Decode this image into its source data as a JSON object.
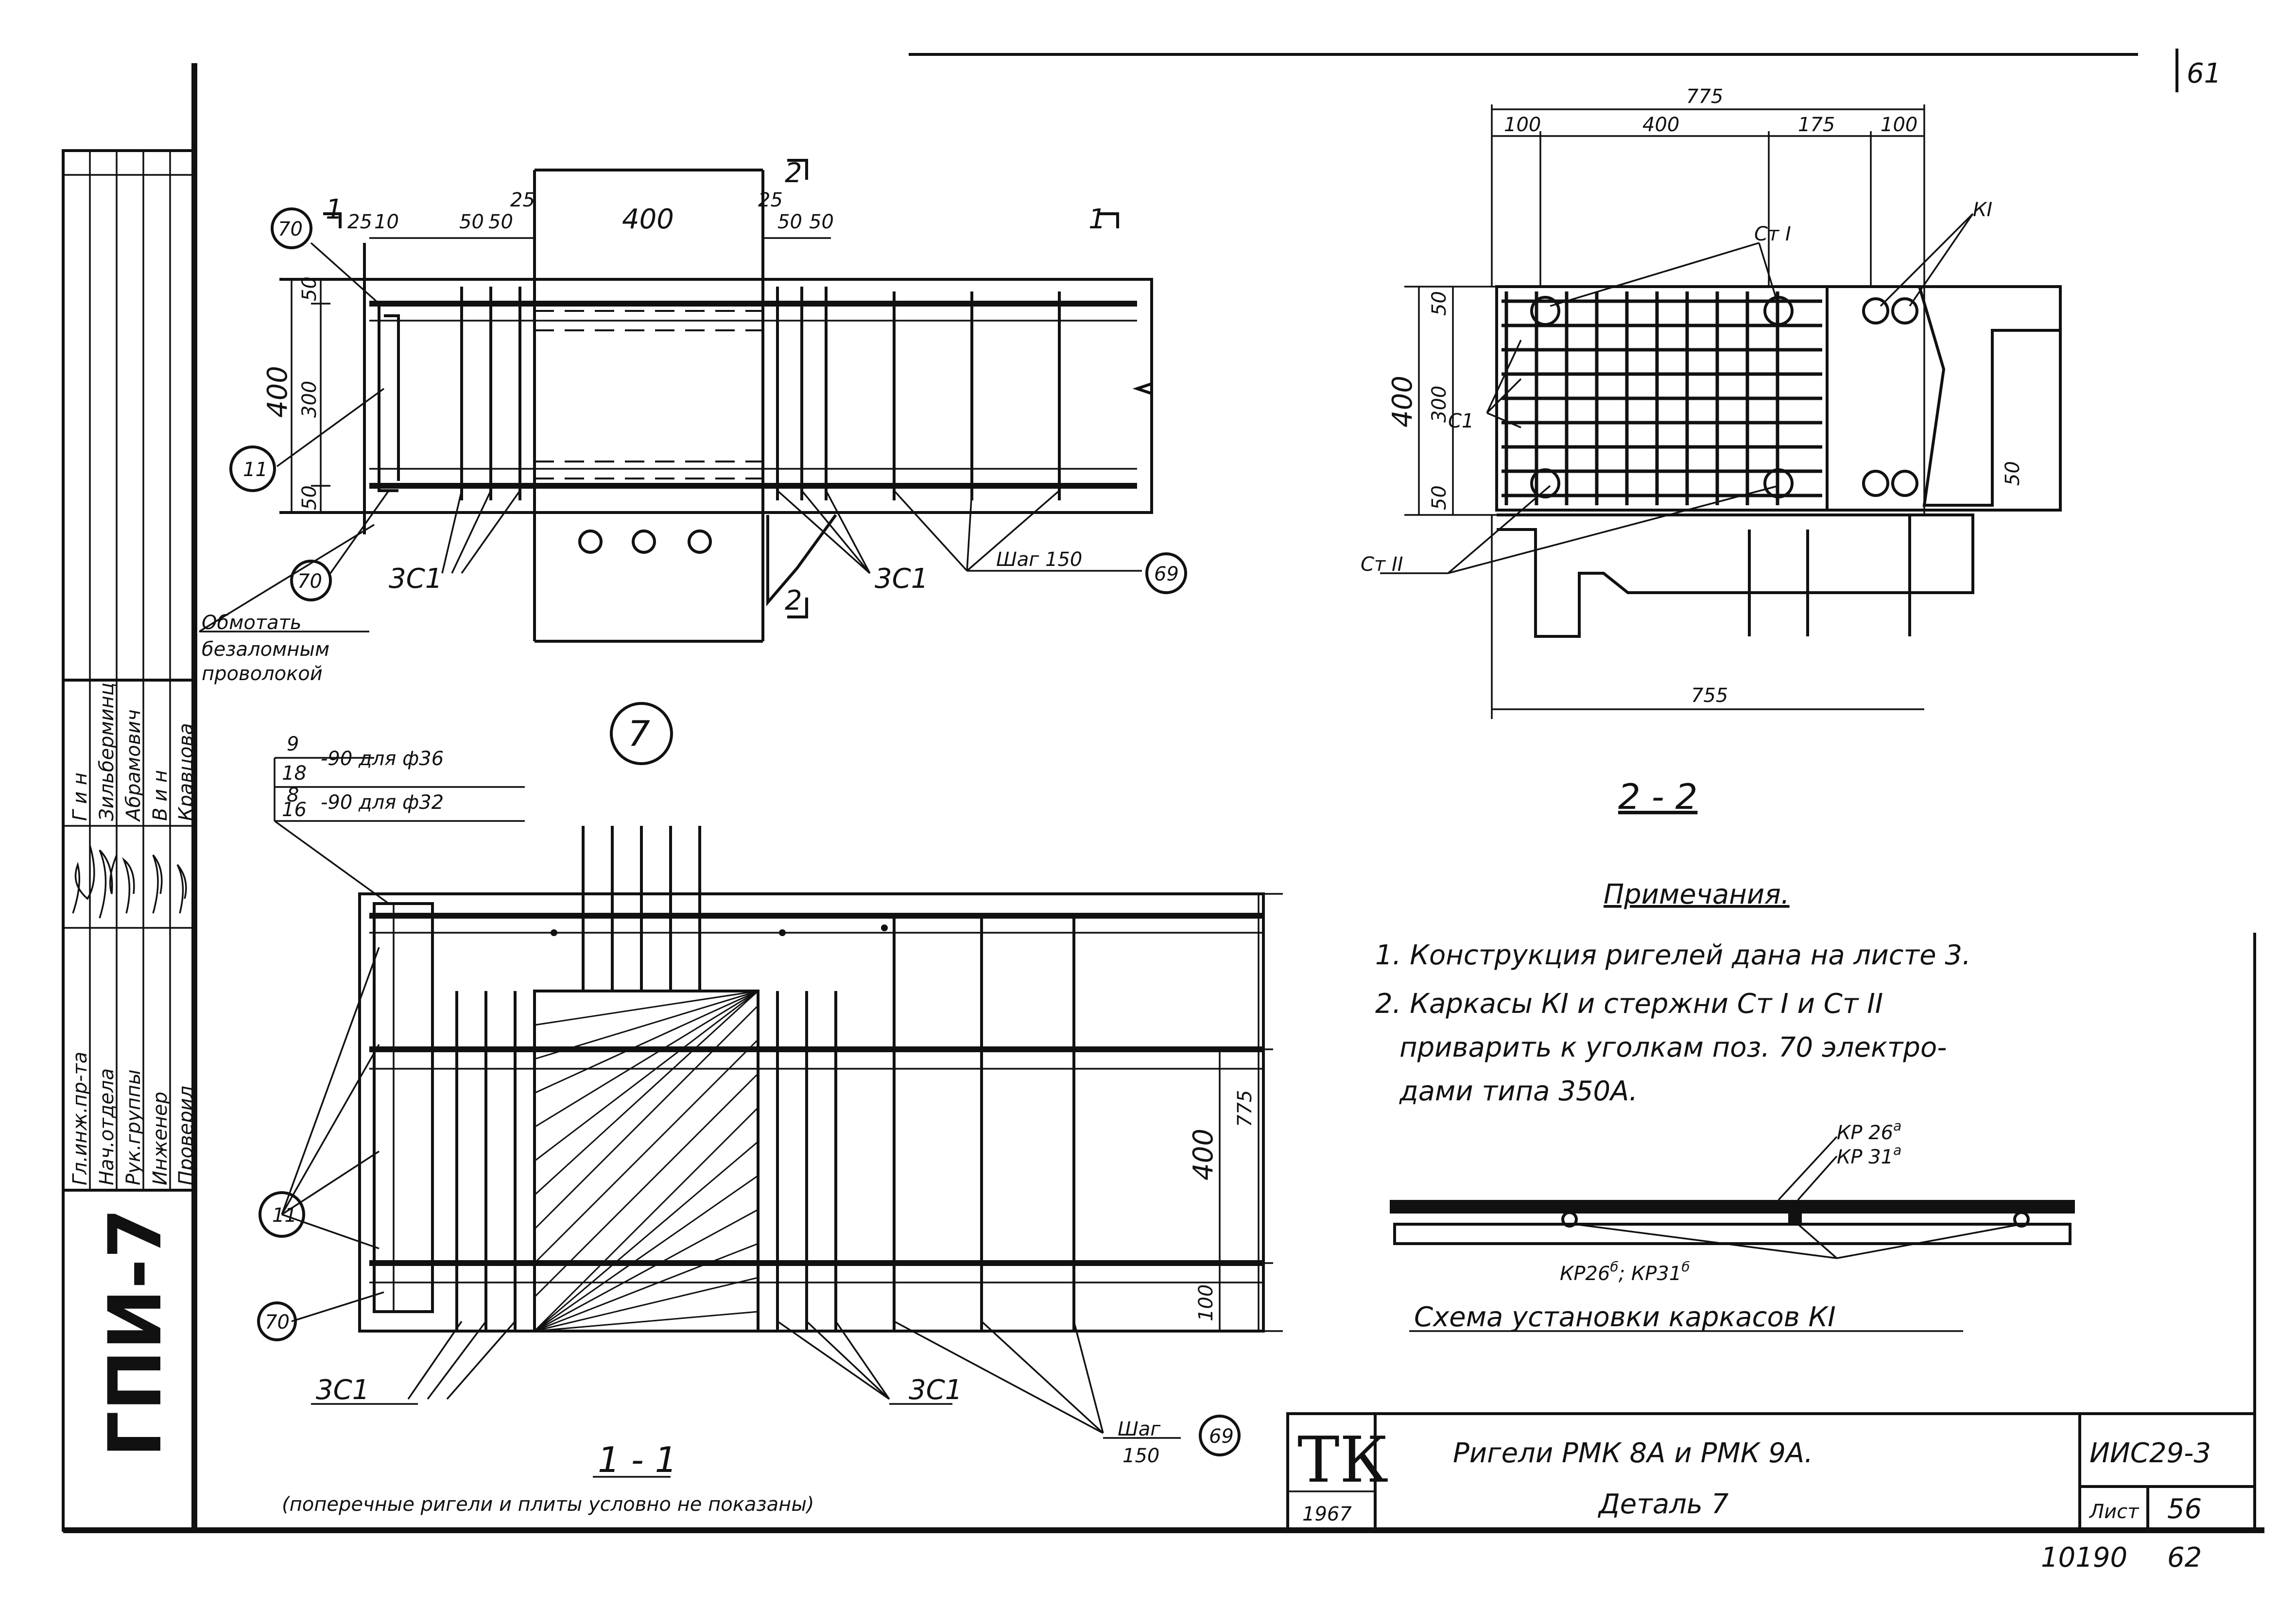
{
  "sheet": {
    "corner_number": "61",
    "series_code": "ГПИ-7",
    "org_mark": "ТК",
    "year": "1967",
    "title_line1": "Ригели РМК 8А и РМК 9А.",
    "title_line2": "Деталь 7",
    "doc_code": "ИИС29-3",
    "sheet_label": "Лист",
    "sheet_number": "56",
    "archive_number": "10190",
    "archive_page": "62"
  },
  "stamp": {
    "roles": [
      "Гл.инж.пр-та",
      "Нач.отдела",
      "Рук.группы",
      "Инженер",
      "Проверил"
    ],
    "names": [
      "Г и н",
      "Зильберминц",
      "Абрамович",
      "В и н",
      "Кравцова"
    ]
  },
  "plan_view": {
    "detail_number": "7",
    "section_mark_1": "1",
    "section_mark_2": "2",
    "dim_top": [
      "25",
      "10",
      "50",
      "50",
      "25",
      "400",
      "25",
      "50",
      "50"
    ],
    "dim_left": [
      "50",
      "300",
      "50"
    ],
    "dim_total_height": "400",
    "callout_70": "70",
    "callout_11": "11",
    "callout_69": "69",
    "label_3c1": "3С1",
    "label_step": "Шаг 150",
    "note_wrap": [
      "Обмотать",
      "безаломным",
      "проволокой"
    ]
  },
  "section_2_2": {
    "title": "2 - 2",
    "dim_total_top": "775",
    "dim_parts": [
      "100",
      "400",
      "175",
      "100"
    ],
    "dim_left": [
      "50",
      "300",
      "50"
    ],
    "dim_total_height": "400",
    "dim_bottom": "755",
    "dim_right": "50",
    "label_c1": "С1",
    "label_ct1": "Ст I",
    "label_ct2": "Ст II",
    "label_k1": "КI"
  },
  "section_1_1": {
    "title": "1 - 1",
    "subtitle": "(поперечные ригели и плиты условно не показаны)",
    "bar_note_1_num": "9",
    "bar_note_1_den": "18",
    "bar_note_1_text": "-90 для ф36",
    "bar_note_2_num": "8",
    "bar_note_2_den": "16",
    "bar_note_2_text": "-90 для ф32",
    "dim_400": "400",
    "dim_775": "775",
    "dim_100": "100",
    "callout_11": "11",
    "callout_70": "70",
    "callout_69": "69",
    "label_3c1_left": "3С1",
    "label_3c1_right": "3С1",
    "label_step": "Шаг",
    "label_step_value": "150"
  },
  "notes": {
    "heading": "Примечания.",
    "lines": [
      "1. Конструкция ригелей дана на листе 3.",
      "2. Каркасы КI и стержни Ст I и Ст II",
      "приварить к уголкам поз. 70 электро-",
      "дами типа 350А."
    ]
  },
  "scheme": {
    "title": "Схема установки каркасов КI",
    "label_top_1": "КР 26",
    "label_top_1_sup": "а",
    "label_top_2": "КР 31",
    "label_top_2_sup": "а",
    "label_bottom": "КР26",
    "label_bottom_sup": "б",
    "label_bottom_2": "; КР31",
    "label_bottom_2_sup": "б"
  }
}
